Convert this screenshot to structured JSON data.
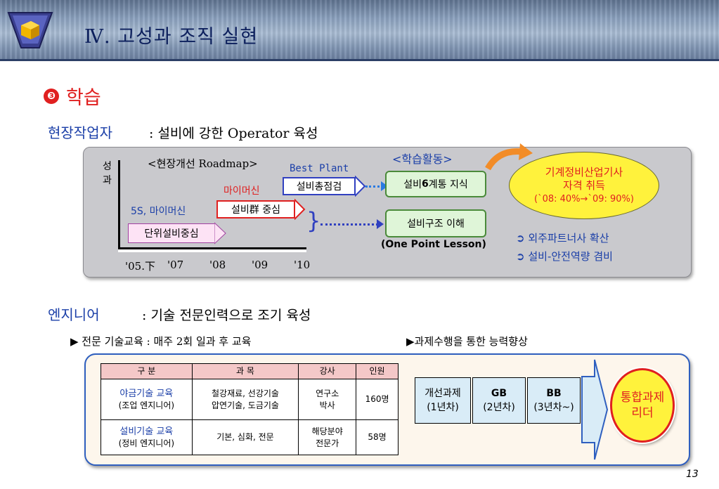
{
  "header": {
    "title": "Ⅳ. 고성과 조직 실현"
  },
  "section": {
    "number": "❸",
    "title": "학습"
  },
  "field_worker": {
    "label": "현장작업자",
    "description": ": 설비에 강한 Operator 육성",
    "roadmap_title": "<현장개선 Roadmap>",
    "activity_title": "<학습활동>",
    "y_axis_label_1": "성",
    "y_axis_label_2": "과",
    "x_ticks": [
      "'05.下",
      "'07",
      "'08",
      "'09",
      "'10"
    ],
    "steps": [
      {
        "caption": "",
        "label": "단위설비중심"
      },
      {
        "caption": "5S, 마이머신",
        "label": "설비群 중심"
      },
      {
        "caption": "마이머신",
        "label": "설비총점검"
      },
      {
        "caption": "Best Plant",
        "label": ""
      }
    ],
    "activities": [
      {
        "label_pre": "설비",
        "label_bold": "6",
        "label_post": "계통 지식"
      },
      {
        "label_pre": "설비구조 이해",
        "label_bold": "",
        "label_post": ""
      }
    ],
    "one_point_lesson": "(One Point Lesson)",
    "certification": {
      "line1": "기계정비산업기사",
      "line2": "자격 취득",
      "line3": "(`08: 40%→`09: 90%)"
    },
    "bullets": [
      "외주파트너사 확산",
      "설비-안전역량 겸비"
    ]
  },
  "engineer": {
    "label": "엔지니어",
    "description": ": 기술 전문인력으로 조기 육성",
    "note_left": "▶ 전문 기술교육 : 매주 2회 일과 후 교육",
    "note_right": "▶과제수행을 통한 능력향상",
    "table": {
      "headers": [
        "구  분",
        "과 목",
        "강사",
        "인원"
      ],
      "rows": [
        {
          "division": "야금기술 교육",
          "division_sub": "(조업 엔지니어)",
          "subject1": "철강재료, 선강기술",
          "subject2": "압연기술, 도금기술",
          "teacher1": "연구소",
          "teacher2": "박사",
          "count": "160명"
        },
        {
          "division": "설비기술 교육",
          "division_sub": "(정비 엔지니어)",
          "subject1": "기본, 심화, 전문",
          "subject2": "",
          "teacher1": "해당분야",
          "teacher2": "전문가",
          "count": "58명"
        }
      ]
    },
    "stages": [
      {
        "line1": "개선과제",
        "line2": "(1년차)",
        "bold": false
      },
      {
        "line1": "GB",
        "line2": "(2년차)",
        "bold": true
      },
      {
        "line1": "BB",
        "line2": "(3년차~)",
        "bold": true
      }
    ],
    "goal": {
      "line1": "통합과제",
      "line2": "리더"
    }
  },
  "page_number": "13",
  "colors": {
    "accent_red": "#e02020",
    "accent_blue": "#1b3fa8",
    "header": "#8aa0bd"
  }
}
